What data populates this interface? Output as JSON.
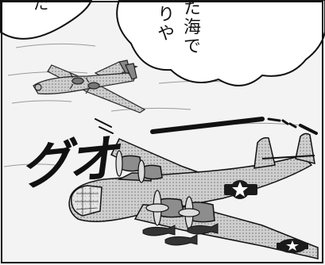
{
  "speech_left": {
    "text": "た"
  },
  "speech_right": {
    "col1": "た海で",
    "col2": "りや"
  },
  "sound_effect": {
    "text": "グオ"
  },
  "colors": {
    "ink": "#111111",
    "paper": "#f2f2f2",
    "insignia_blue": "#1a1a1a"
  }
}
